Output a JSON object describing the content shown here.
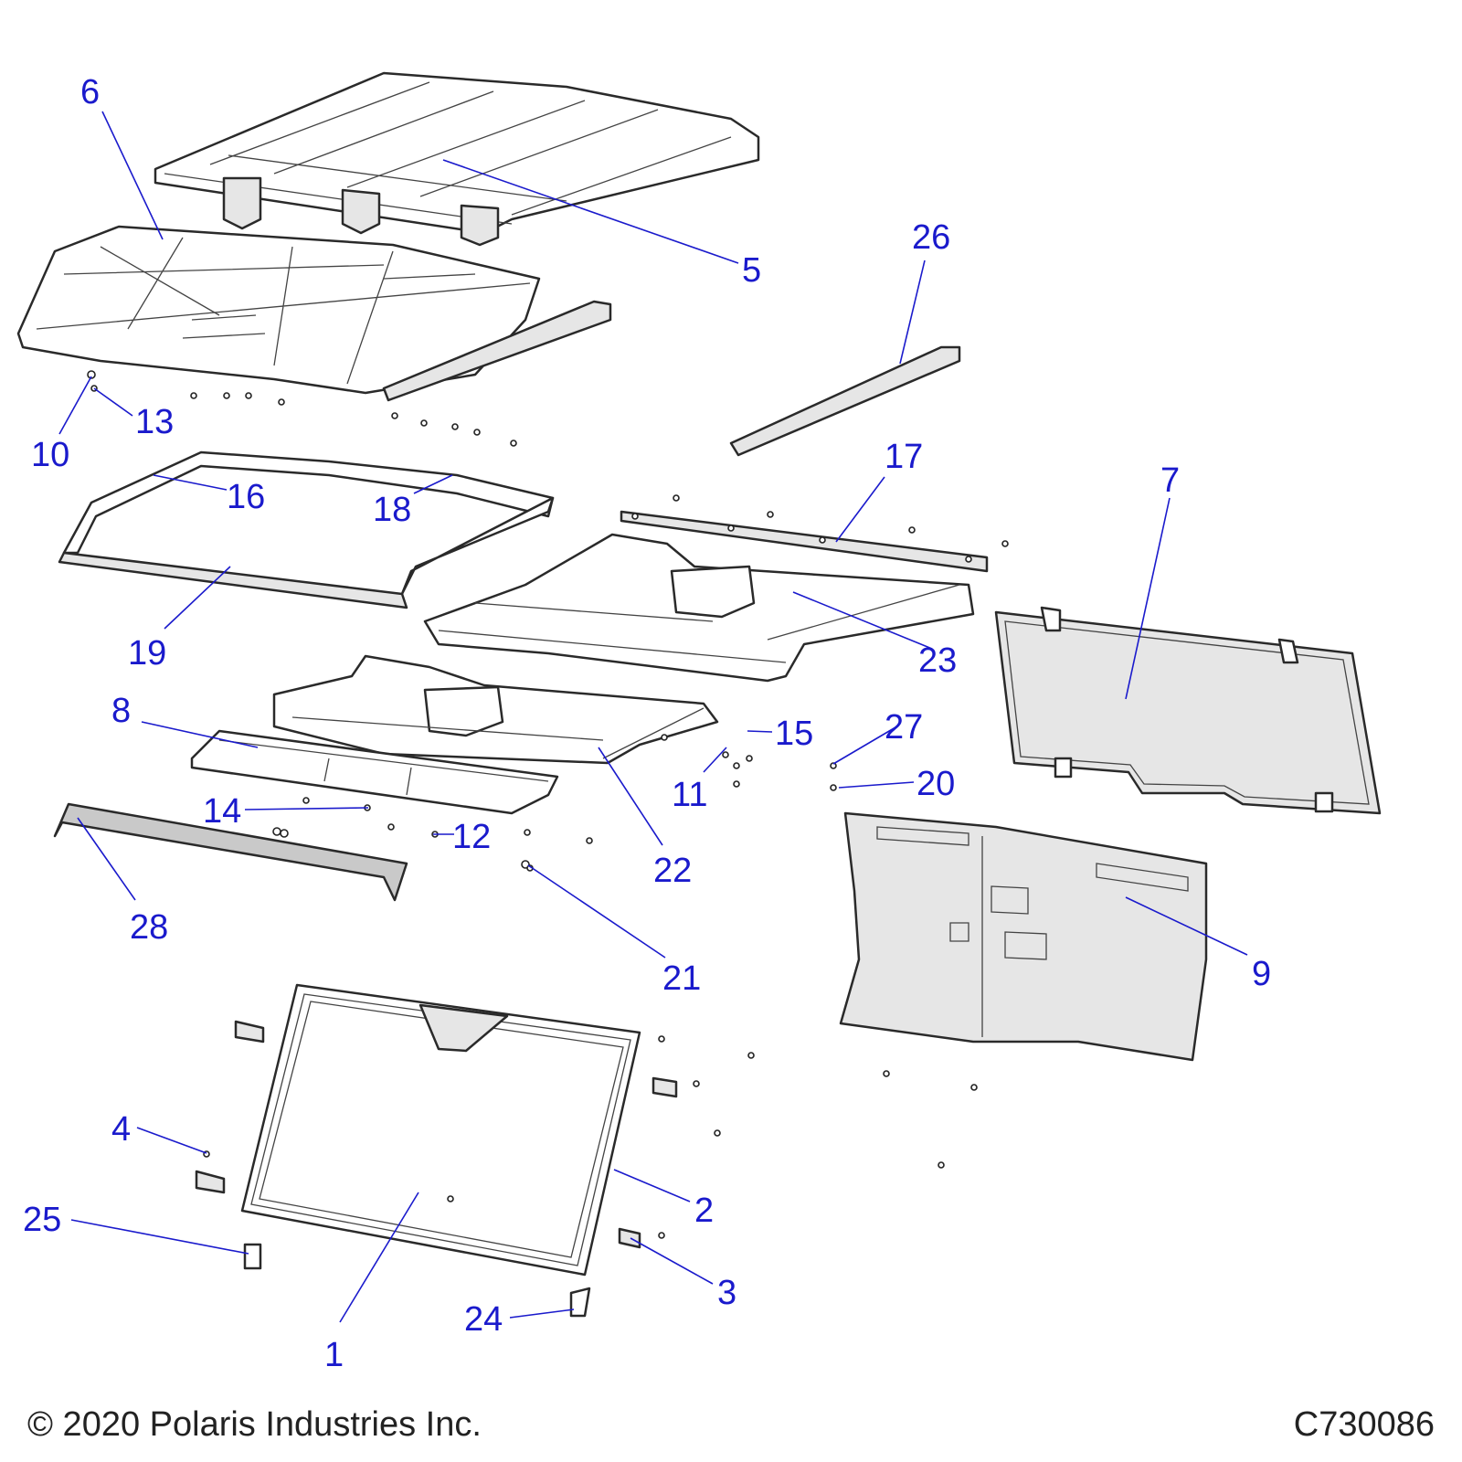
{
  "copyright": "© 2020 Polaris Industries Inc.",
  "figure_id": "C730086",
  "callouts": {
    "c1": "1",
    "c2": "2",
    "c3": "3",
    "c4": "4",
    "c5": "5",
    "c6": "6",
    "c7": "7",
    "c8": "8",
    "c9": "9",
    "c10": "10",
    "c11": "11",
    "c12": "12",
    "c13": "13",
    "c14": "14",
    "c15": "15",
    "c16": "16",
    "c17": "17",
    "c18": "18",
    "c19": "19",
    "c20": "20",
    "c21": "21",
    "c22": "22",
    "c23": "23",
    "c24": "24",
    "c25": "25",
    "c26": "26",
    "c27": "27",
    "c28": "28"
  }
}
